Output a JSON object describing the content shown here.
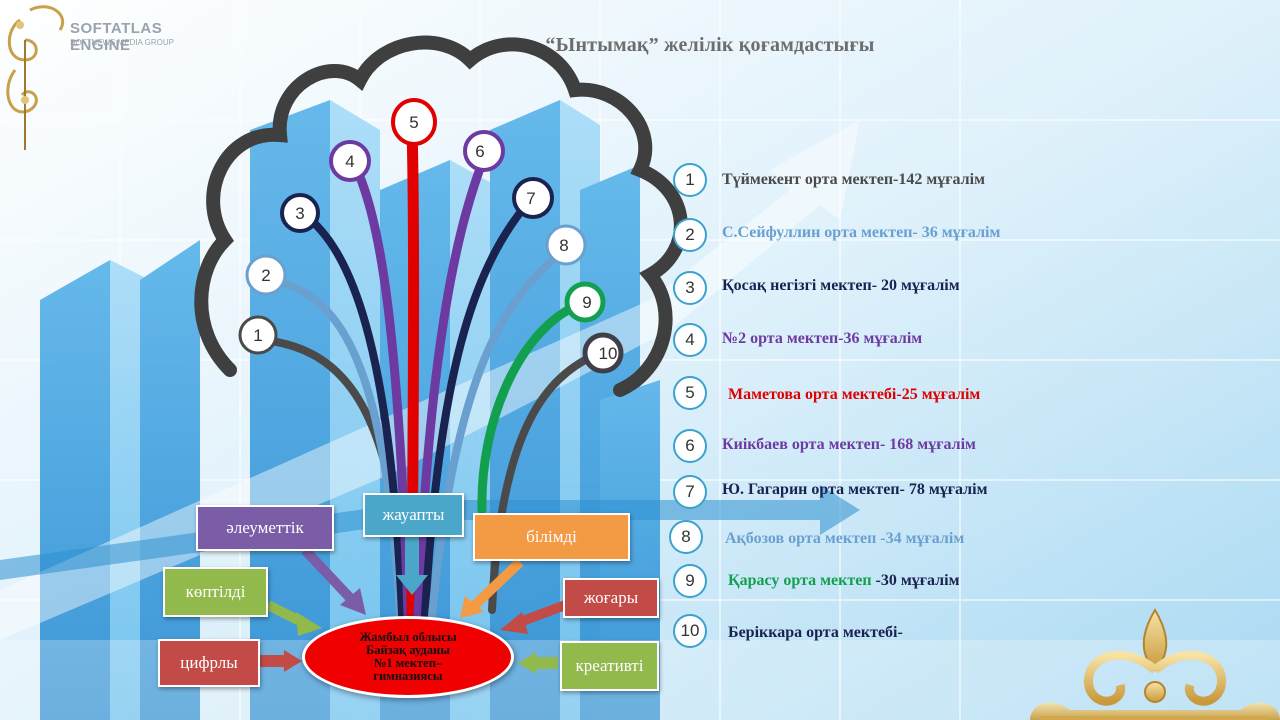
{
  "title": "“Ынтымақ” желілік қоғамдастығы",
  "logo": {
    "text": "SOFTATLAS ENGINE",
    "sub": "SOFTNEWS MEDIA GROUP"
  },
  "center": [
    "Жамбыл облысы",
    "Байзақ ауданы",
    "№1 мектеп–",
    "гимназиясы"
  ],
  "schools": [
    {
      "num": "1",
      "label": "Түймекент  орта мектеп-142 мұғалім",
      "color": "#4a4a4a"
    },
    {
      "num": "2",
      "label": "С.Сейфуллин  орта мектеп- 36 мұғалім",
      "color": "#6aa0d0"
    },
    {
      "num": "3",
      "label": "Қосақ негізгі мектеп-  20 мұғалім",
      "color": "#1a2250"
    },
    {
      "num": "4",
      "label": "№2 орта мектеп-36 мұғалім",
      "color": "#6c3aa0"
    },
    {
      "num": "5",
      "label": "Маметова орта мектебі-25  мұғалім",
      "color": "#e00000"
    },
    {
      "num": "6",
      "label": "Киікбаев орта мектеп- 168 мұғалім",
      "color": "#6c3aa0"
    },
    {
      "num": "7",
      "label": "Ю. Гагарин орта мектеп- 78 мұғалім",
      "color": "#1a2250"
    },
    {
      "num": "8",
      "label": "Ақбозов орта мектеп -34 мұғалім",
      "color": "#6aa0d0"
    },
    {
      "num": "9",
      "label_a": "Қарасу орта мектеп ",
      "label_b": "-30 мұғалім",
      "color": "#12a050",
      "color_b": "#1a2250"
    },
    {
      "num": "10",
      "label": "Беріккара орта мектебі-",
      "color": "#1a2250"
    }
  ],
  "boxes": {
    "aleumettik": "әлеуметтік",
    "zhauapty": "жауапты",
    "bilimdi": "білімді",
    "koptildi": "көптілді",
    "zhogary": "жоғары",
    "tsifrly": "цифрлы",
    "kreativti": "креативті"
  },
  "colors": {
    "purple": "#7b5ca6",
    "teal": "#4aa7c9",
    "orange": "#f39a45",
    "green": "#92b94b",
    "red": "#c24b47",
    "center": "#f00000"
  }
}
